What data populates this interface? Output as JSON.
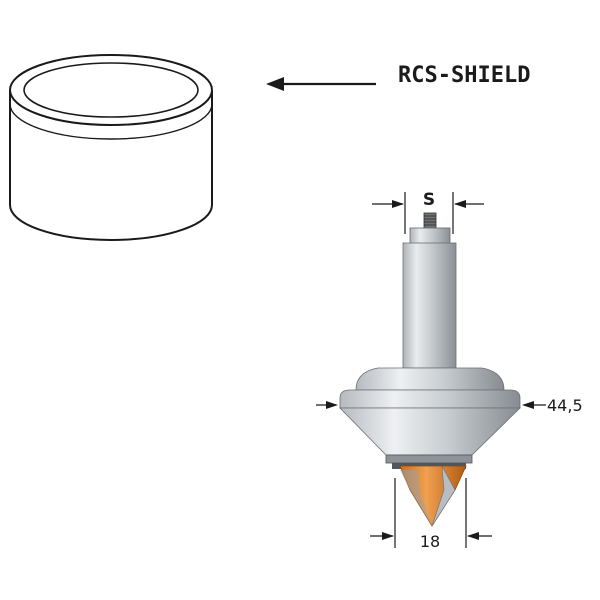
{
  "product": {
    "name": "RCS-SHIELD"
  },
  "dimensions": {
    "shank": "S",
    "diameter": "44,5",
    "cutter_width": "18"
  },
  "colors": {
    "metal_light": "#e4e7ea",
    "metal_mid": "#b9bec3",
    "metal_dark": "#7d8388",
    "cutter_orange": "#e48a2c",
    "cutter_dark": "#b85f14",
    "line": "#1a1a1a"
  }
}
